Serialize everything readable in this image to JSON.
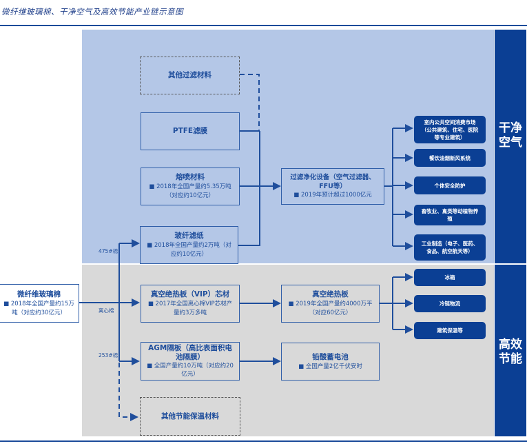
{
  "title": "微纤维玻璃棉、干净空气及高效节能产业链示意图",
  "source": "",
  "sections": {
    "clean_air": "干净空气",
    "energy_saving": "高效节能"
  },
  "source_node": {
    "title": "微纤维玻璃棉",
    "desc": "■ 2018年全国产量约15万吨（对应约30亿元）"
  },
  "branch_labels": {
    "b475": "475#棉",
    "centrifugal": "离心棉",
    "b253": "253#棉"
  },
  "materials": [
    {
      "id": "other_filter",
      "title": "其他过滤材料",
      "desc": "",
      "style": "dashed"
    },
    {
      "id": "ptfe",
      "title": "PTFE滤膜",
      "desc": ""
    },
    {
      "id": "meltblown",
      "title": "熔喷材料",
      "desc": "■ 2018年全国产量约5.35万吨（对应约10亿元）"
    },
    {
      "id": "glass_paper",
      "title": "玻纤滤纸",
      "desc": "■ 2018年全国产量约2万吨（对应约10亿元）"
    },
    {
      "id": "vip_core",
      "title": "真空绝热板（VIP）芯材",
      "desc": "■ 2017年全国离心棉VIP芯材产量约3万多吨"
    },
    {
      "id": "agm",
      "title": "AGM隔板（高比表面积电池隔膜）",
      "desc": "■ 全国产量约10万吨（对应约20亿元）"
    },
    {
      "id": "other_insulation",
      "title": "其他节能保温材料",
      "desc": "",
      "style": "dashed"
    }
  ],
  "products": [
    {
      "id": "filter_equipment",
      "title": "过滤净化设备（空气过滤器、FFU等）",
      "desc": "■ 2019年预计超过1000亿元"
    },
    {
      "id": "vip",
      "title": "真空绝热板",
      "desc": "■ 2019年全国产量约4000万平（对应60亿元）"
    },
    {
      "id": "lead_acid",
      "title": "铅酸蓄电池",
      "desc": "■ 全国产量2亿千伏安时"
    }
  ],
  "applications_clean_air": [
    "室内公共空间消费市场（公共建筑、住宅、医院等专业建筑）",
    "餐饮油烟新风系统",
    "个体安全防护",
    "畜牧业、禽类等动植物养殖",
    "工业制造（电子、医药、食品、航空航天等）"
  ],
  "applications_energy": [
    "冰箱",
    "冷链物流",
    "建筑保温等"
  ],
  "colors": {
    "accent": "#0b3f94",
    "clean_air_bg": "#b4c7e7",
    "energy_bg": "#d9d9d9",
    "line": "#1f4e9c"
  }
}
